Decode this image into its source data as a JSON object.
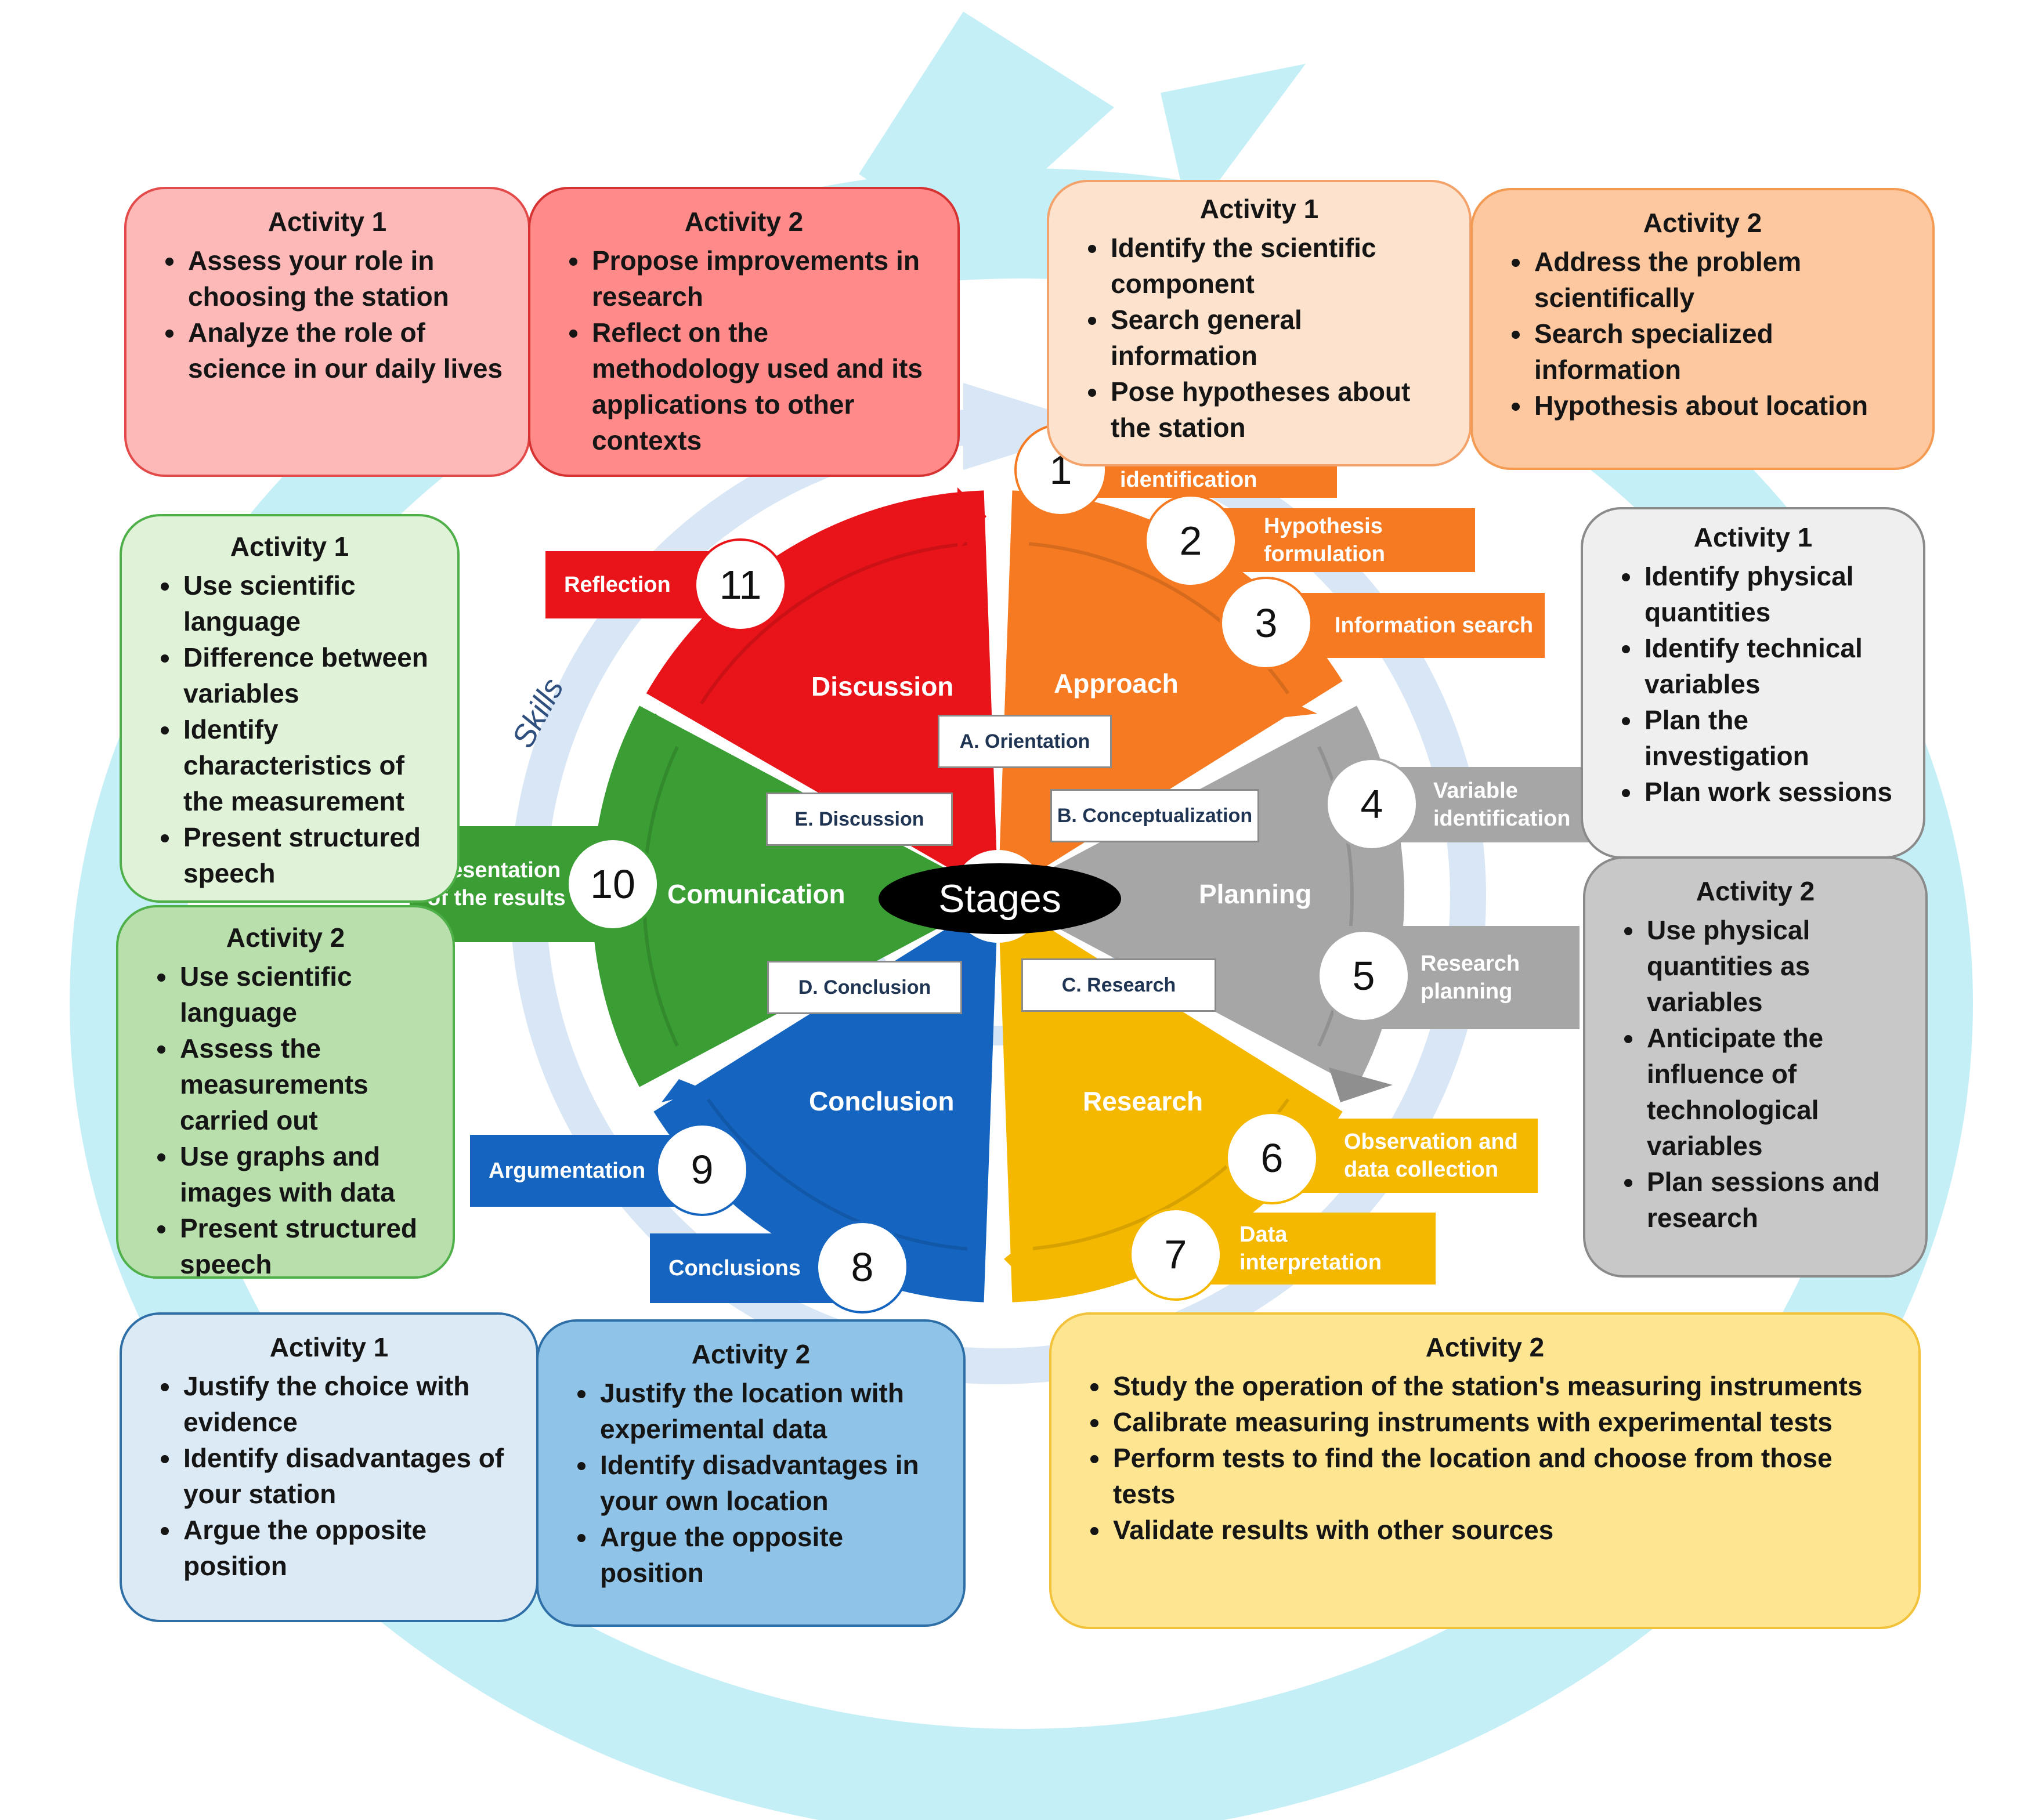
{
  "center_label": "Stages",
  "skills_label": "Skills",
  "segments": [
    {
      "id": "discussion",
      "label": "Discussion",
      "color": "#e8141a"
    },
    {
      "id": "approach",
      "label": "Approach",
      "color": "#f57a22"
    },
    {
      "id": "planning",
      "label": "Planning",
      "color": "#a6a6a6"
    },
    {
      "id": "research",
      "label": "Research",
      "color": "#f5b800"
    },
    {
      "id": "conclusion",
      "label": "Conclusion",
      "color": "#1565c0"
    },
    {
      "id": "comunication",
      "label": "Comunication",
      "color": "#3a9e34"
    }
  ],
  "stage_boxes": {
    "orientation": "A. Orientation",
    "conceptualization": "B. Conceptualization",
    "research": "C. Research",
    "conclusion": "D. Conclusion",
    "discussion": "E. Discussion"
  },
  "steps": [
    {
      "n": "1",
      "label": "Problem identification"
    },
    {
      "n": "2",
      "label": "Hypothesis formulation"
    },
    {
      "n": "3",
      "label": "Information search"
    },
    {
      "n": "4",
      "label": "Variable identification"
    },
    {
      "n": "5",
      "label": "Research planning"
    },
    {
      "n": "6",
      "label": "Observation and data collection"
    },
    {
      "n": "7",
      "label": "Data interpretation"
    },
    {
      "n": "8",
      "label": "Conclusions"
    },
    {
      "n": "9",
      "label": "Argumentation"
    },
    {
      "n": "10",
      "label": "Presentation of the results"
    },
    {
      "n": "11",
      "label": "Reflection"
    }
  ],
  "cards": {
    "discussion_1": {
      "title": "Activity 1",
      "items": [
        "Assess your role in choosing the station",
        "Analyze the role of science in our daily lives"
      ]
    },
    "discussion_2": {
      "title": "Activity 2",
      "items": [
        "Propose improvements in research",
        "Reflect on the methodology used and its applications to other contexts"
      ]
    },
    "approach_1": {
      "title": "Activity 1",
      "items": [
        "Identify the scientific component",
        "Search general information",
        "Pose hypotheses about the station"
      ]
    },
    "approach_2": {
      "title": "Activity 2",
      "items": [
        "Address the problem scientifically",
        "Search specialized information",
        "Hypothesis about location"
      ]
    },
    "planning_1": {
      "title": "Activity 1",
      "items": [
        "Identify physical quantities",
        "Identify technical variables",
        "Plan the investigation",
        "Plan work sessions"
      ]
    },
    "planning_2": {
      "title": "Activity 2",
      "items": [
        "Use physical quantities as variables",
        "Anticipate the influence of technological variables",
        "Plan sessions and research"
      ]
    },
    "comm_1": {
      "title": "Activity 1",
      "items": [
        "Use scientific language",
        "Difference between variables",
        "Identify characteristics of the measurement",
        "Present structured speech"
      ]
    },
    "comm_2": {
      "title": "Activity 2",
      "items": [
        "Use scientific language",
        "Assess the measurements carried out",
        "Use graphs and images with data",
        "Present structured speech"
      ]
    },
    "conclusion_1": {
      "title": "Activity 1",
      "items": [
        "Justify the choice with evidence",
        "Identify disadvantages of your station",
        "Argue the opposite position"
      ]
    },
    "conclusion_2": {
      "title": "Activity 2",
      "items": [
        "Justify the location with experimental data",
        "Identify disadvantages in your own location",
        "Argue the opposite position"
      ]
    },
    "research_2": {
      "title": "Activity 2",
      "items": [
        "Study the operation of the station's measuring instruments",
        "Calibrate measuring instruments with experimental tests",
        "Perform tests to find the location and choose from those tests",
        "Validate results with other sources"
      ]
    }
  }
}
